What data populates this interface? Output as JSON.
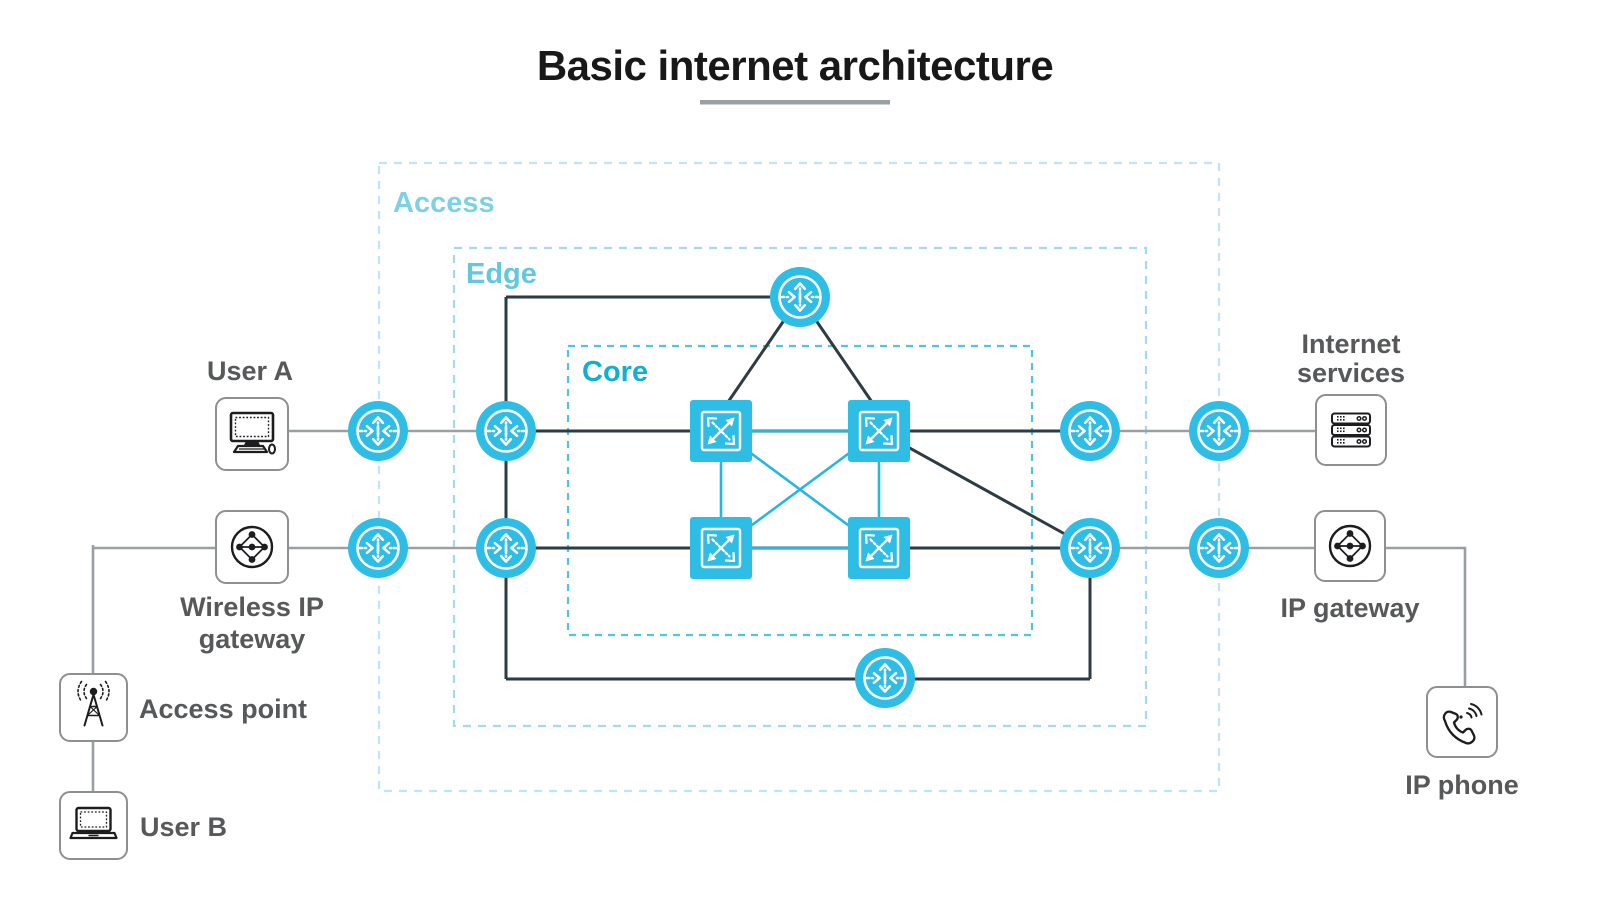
{
  "title": "Basic internet architecture",
  "zones": {
    "access": "Access",
    "edge": "Edge",
    "core": "Core"
  },
  "endpoints": {
    "user_a": "User A",
    "wireless_gateway_line1": "Wireless IP",
    "wireless_gateway_line2": "gateway",
    "access_point": "Access point",
    "user_b": "User B",
    "internet_services_line1": "Internet",
    "internet_services_line2": "services",
    "ip_gateway": "IP gateway",
    "ip_phone": "IP phone"
  },
  "icons": {
    "router": "router-icon (cyan circle, four dashed arrows)",
    "switch": "switch-icon (cyan square, crossing arrows)",
    "user_a": "desktop-computer-icon",
    "wireless_gateway": "gateway-circle-dots-icon",
    "access_point": "radio-tower-icon",
    "user_b": "laptop-icon",
    "internet_services": "server-rack-icon",
    "ip_gateway": "gateway-circle-dots-icon",
    "ip_phone": "phone-handset-icon"
  },
  "colors": {
    "node_cyan": "#2ebde4",
    "core_link_cyan": "#27b7de",
    "backbone_dark": "#2d3b44",
    "link_gray": "#9aa0a2",
    "title_underline_gray": "#9aa0a3",
    "zone_access_label": "#7ed1e5",
    "zone_edge_label": "#63c8de",
    "zone_core_label": "#10b1d0",
    "zone_access_border": "#bde6f2",
    "zone_edge_border": "#a2dcec",
    "zone_core_border": "#4ec5e3",
    "endpoint_label_gray": "#57585a",
    "device_stroke": "#1d1d1f"
  }
}
